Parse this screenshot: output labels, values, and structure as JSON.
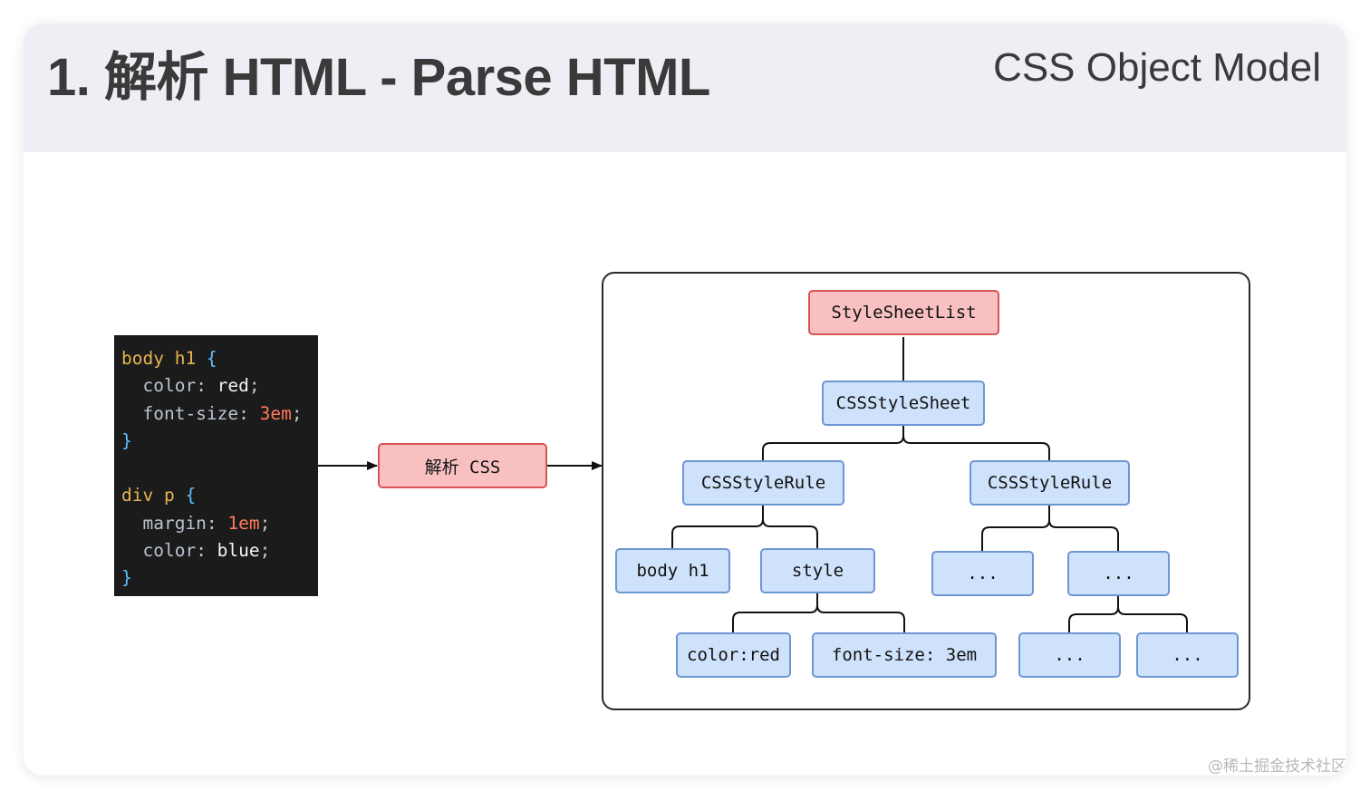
{
  "header": {
    "title": "1. 解析 HTML - Parse HTML",
    "subtitle": "CSS Object Model"
  },
  "code_block": {
    "lines": [
      [
        {
          "t": "body h1 ",
          "c": "sel"
        },
        {
          "t": "{",
          "c": "brace"
        }
      ],
      [
        {
          "t": "  color",
          "c": "prop"
        },
        {
          "t": ": ",
          "c": "punct"
        },
        {
          "t": "red",
          "c": "kw"
        },
        {
          "t": ";",
          "c": "punct"
        }
      ],
      [
        {
          "t": "  font-size",
          "c": "prop"
        },
        {
          "t": ": ",
          "c": "punct"
        },
        {
          "t": "3em",
          "c": "num"
        },
        {
          "t": ";",
          "c": "punct"
        }
      ],
      [
        {
          "t": "}",
          "c": "brace"
        }
      ],
      [
        {
          "t": "",
          "c": "punct"
        }
      ],
      [
        {
          "t": "div p ",
          "c": "sel"
        },
        {
          "t": "{",
          "c": "brace"
        }
      ],
      [
        {
          "t": "  margin",
          "c": "prop"
        },
        {
          "t": ": ",
          "c": "punct"
        },
        {
          "t": "1em",
          "c": "num"
        },
        {
          "t": ";",
          "c": "punct"
        }
      ],
      [
        {
          "t": "  color",
          "c": "prop"
        },
        {
          "t": ": ",
          "c": "punct"
        },
        {
          "t": "blue",
          "c": "kw"
        },
        {
          "t": ";",
          "c": "punct"
        }
      ],
      [
        {
          "t": "}",
          "c": "brace"
        }
      ]
    ]
  },
  "parse_step": {
    "label": "解析 CSS"
  },
  "tree": {
    "root": "StyleSheetList",
    "sheet": "CSSStyleSheet",
    "rule_left": "CSSStyleRule",
    "rule_right": "CSSStyleRule",
    "selector": "body h1",
    "style": "style",
    "decl_color": "color:red",
    "decl_font_size": "font-size: 3em",
    "ellipsis_1": "...",
    "ellipsis_2": "...",
    "ellipsis_3": "...",
    "ellipsis_4": "..."
  },
  "watermark": "@稀土掘金技术社区",
  "colors": {
    "header_bg": "#eeeef5",
    "red_fill": "#f8c0c0",
    "red_border": "#d85454",
    "blue_fill": "#cfe2fb",
    "blue_border": "#6e96d3",
    "code_bg": "#1b1b1b"
  }
}
